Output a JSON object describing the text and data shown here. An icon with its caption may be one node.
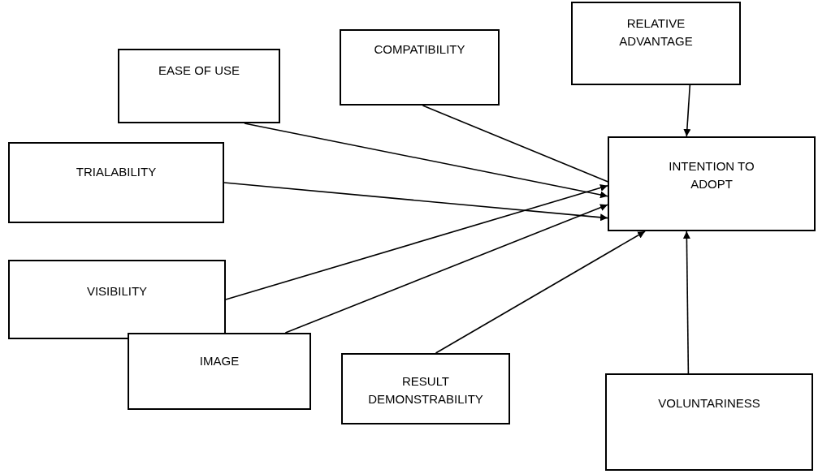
{
  "diagram": {
    "nodes": [
      {
        "text": [
          "EASE OF USE"
        ]
      },
      {
        "text": [
          "COMPATIBILITY"
        ]
      },
      {
        "text": [
          "RELATIVE ADVANTAGE"
        ]
      },
      {
        "text": [
          "TRIALABILITY"
        ]
      },
      {
        "text": [
          "INTENTION TO ADOPT"
        ]
      },
      {
        "text": [
          "VISIBILITY"
        ]
      },
      {
        "text": [
          "IMAGE"
        ]
      },
      {
        "text": [
          "RESULT DEMONSTRABILITY"
        ]
      },
      {
        "text": [
          "VOLUNTARINESS"
        ]
      }
    ],
    "edges": [
      {
        "from": 0,
        "to": 4,
        "arrow": "to"
      },
      {
        "from": 1,
        "to": 4,
        "arrow": "to"
      },
      {
        "from": 2,
        "to": 4,
        "arrow": "to"
      },
      {
        "from": 3,
        "to": 4,
        "arrow": "to"
      },
      {
        "from": 5,
        "to": 4,
        "arrow": "to"
      },
      {
        "from": 6,
        "to": 4,
        "arrow": "to"
      },
      {
        "from": 7,
        "to": 4,
        "arrow": "to"
      },
      {
        "from": 8,
        "to": 4,
        "arrow": "to"
      }
    ]
  }
}
